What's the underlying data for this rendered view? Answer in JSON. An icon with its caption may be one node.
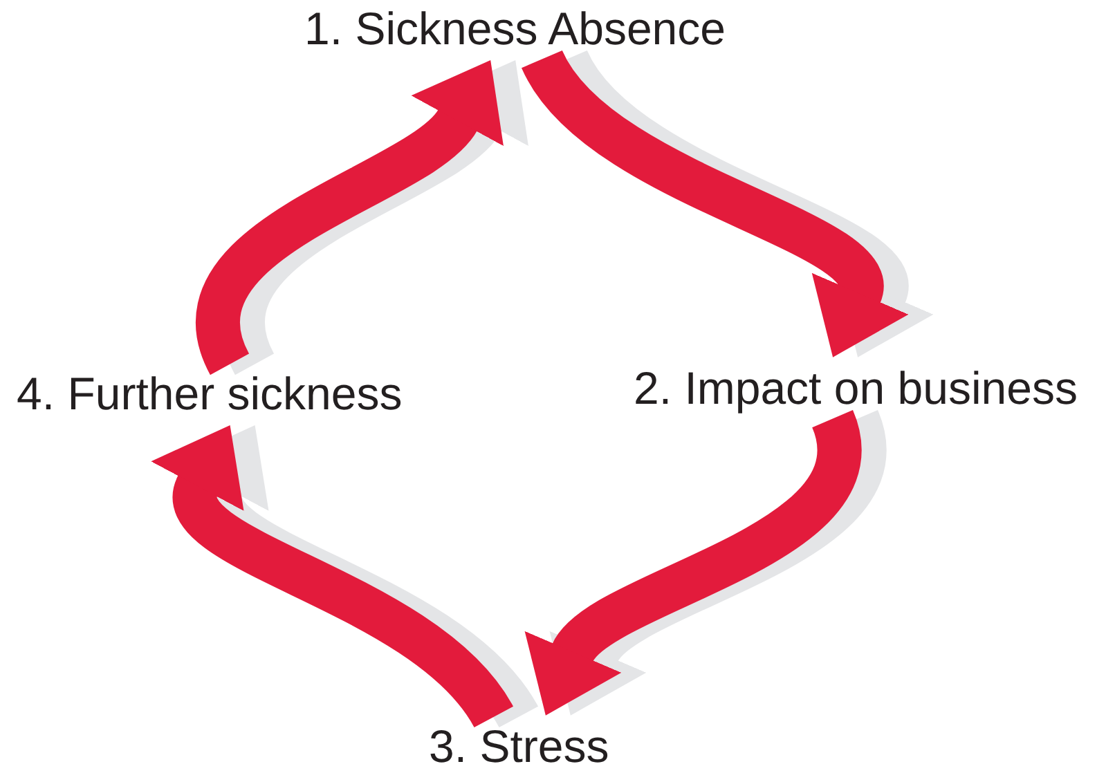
{
  "diagram": {
    "nodes": [
      {
        "text": [
          "1. Sickness Absence"
        ]
      },
      {
        "text": [
          "2. Impact on business"
        ]
      },
      {
        "text": [
          "3. Stress"
        ]
      },
      {
        "text": [
          "4. Further sickness"
        ]
      }
    ],
    "edges": [
      {
        "from": 0,
        "to": 1,
        "arrow": "to"
      },
      {
        "from": 1,
        "to": 2,
        "arrow": "to"
      },
      {
        "from": 2,
        "to": 3,
        "arrow": "to"
      },
      {
        "from": 3,
        "to": 0,
        "arrow": "to"
      }
    ]
  }
}
